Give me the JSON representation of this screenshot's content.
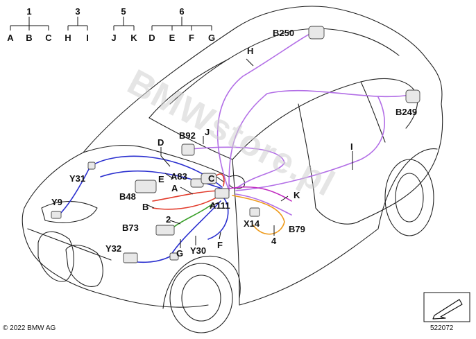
{
  "legend_groups": [
    {
      "parent": "1",
      "children": [
        "A",
        "B",
        "C"
      ]
    },
    {
      "parent": "3",
      "children": [
        "H",
        "I"
      ]
    },
    {
      "parent": "5",
      "children": [
        "J",
        "K"
      ]
    },
    {
      "parent": "6",
      "children": [
        "D",
        "E",
        "F",
        "G"
      ]
    }
  ],
  "labels": {
    "B250": "B250",
    "H": "H",
    "B249": "B249",
    "I": "I",
    "B92": "B92",
    "J": "J",
    "D": "D",
    "Y31": "Y31",
    "E": "E",
    "A83": "A83",
    "C": "C",
    "A": "A",
    "B48": "B48",
    "B": "B",
    "A111": "A111",
    "K": "K",
    "Y9": "Y9",
    "X14": "X14",
    "B79": "B79",
    "n2": "2",
    "B73": "B73",
    "n4": "4",
    "F": "F",
    "Y32": "Y32",
    "G": "G",
    "Y30": "Y30"
  },
  "watermark": "BMWstore.pl",
  "copyright": "© 2022 BMW AG",
  "doc_number": "522072",
  "wire_colors": {
    "purple": "#b26ee6",
    "red": "#e23b2b",
    "blue": "#2a2fcf",
    "green": "#3aa02a",
    "orange": "#ee9a1a",
    "magenta": "#c02ac0"
  }
}
